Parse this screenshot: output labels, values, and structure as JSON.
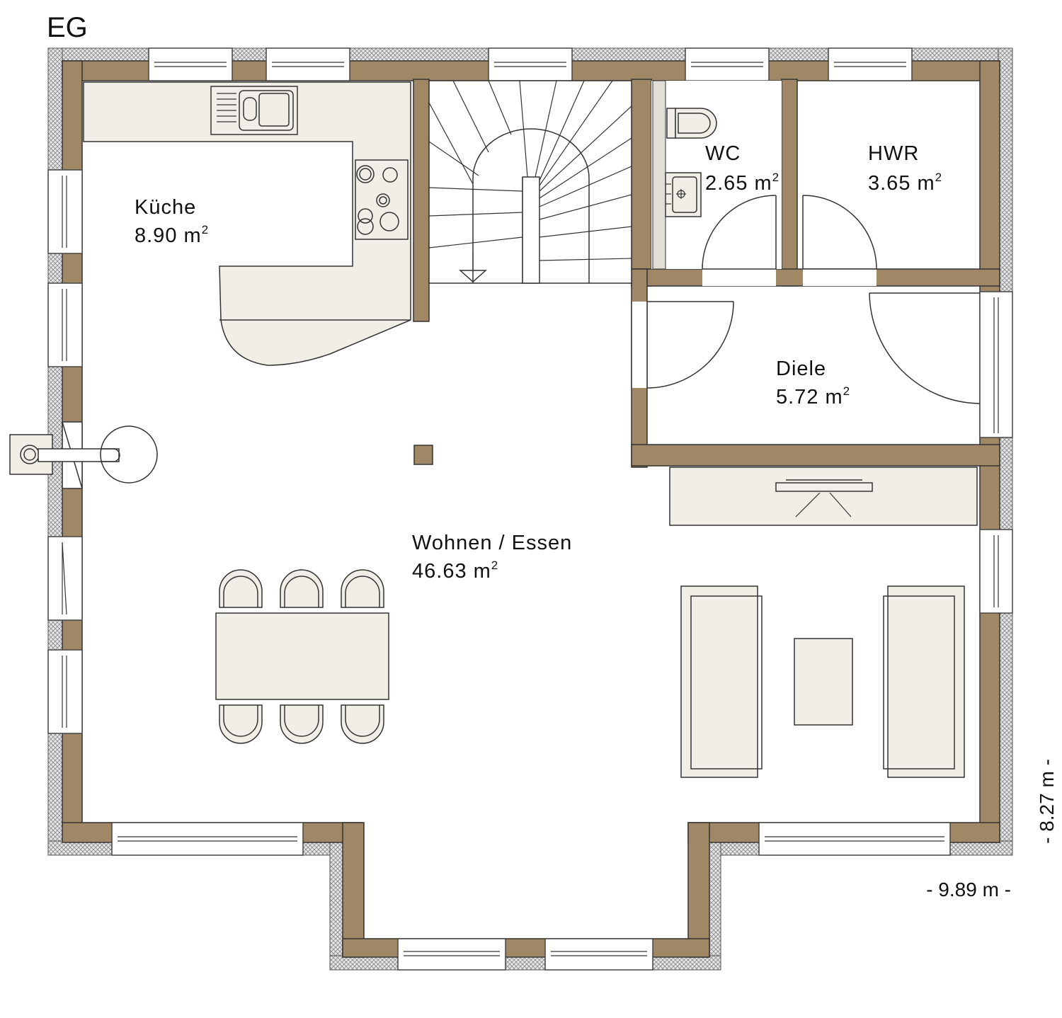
{
  "floor_label": "EG",
  "rooms": [
    {
      "name": "Küche",
      "area": "8.90 m",
      "unit_exp": "2"
    },
    {
      "name": "WC",
      "area": "2.65 m",
      "unit_exp": "2"
    },
    {
      "name": "HWR",
      "area": "3.65 m",
      "unit_exp": "2"
    },
    {
      "name": "Diele",
      "area": "5.72 m",
      "unit_exp": "2"
    },
    {
      "name": "Wohnen / Essen",
      "area": "46.63 m",
      "unit_exp": "2"
    }
  ],
  "dimensions": {
    "width": "- 9.89 m -",
    "depth": "- 8.27 m -"
  },
  "colors": {
    "wall": "#a08866",
    "furniture": "#f0eee7",
    "floor": "#ffffff"
  }
}
